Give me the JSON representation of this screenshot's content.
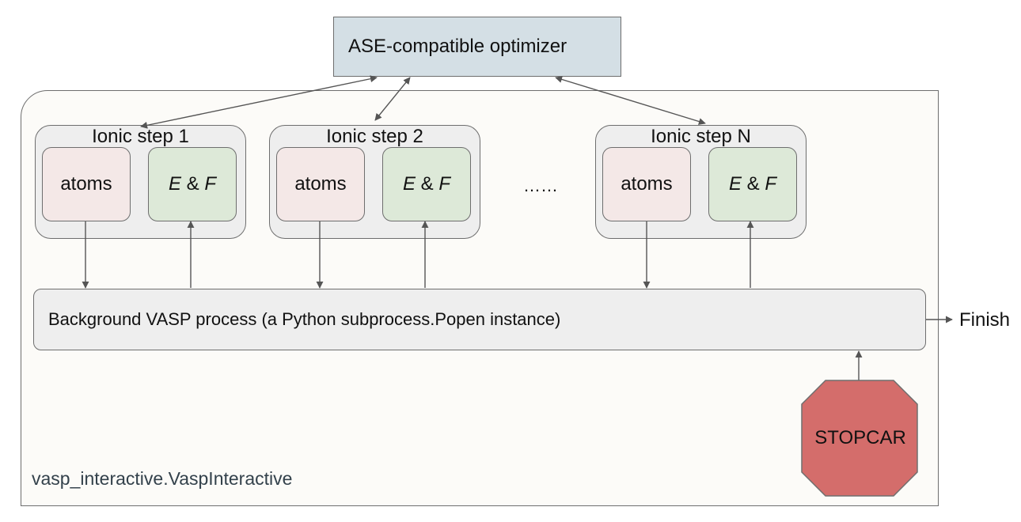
{
  "optimizer": {
    "label": "ASE-compatible optimizer"
  },
  "ionic_steps": [
    {
      "title": "Ionic step 1",
      "atoms_label": "atoms",
      "ef_label": {
        "e": "E",
        "amp": " & ",
        "f": "F"
      }
    },
    {
      "title": "Ionic step 2",
      "atoms_label": "atoms",
      "ef_label": {
        "e": "E",
        "amp": " & ",
        "f": "F"
      }
    },
    {
      "title": "Ionic step N",
      "atoms_label": "atoms",
      "ef_label": {
        "e": "E",
        "amp": " & ",
        "f": "F"
      }
    }
  ],
  "ellipsis": "……",
  "vasp_process": {
    "label": "Background VASP process (a Python subprocess.Popen instance)"
  },
  "finish": {
    "label": "Finish"
  },
  "stopcar": {
    "label": "STOPCAR",
    "color": "#d46d6b"
  },
  "container": {
    "label": "vasp_interactive.VaspInteractive"
  },
  "colors": {
    "optimizer_fill": "#d4dfe5",
    "atoms_fill": "#f4e8e7",
    "ef_fill": "#dde9d8",
    "group_fill": "#eeeeee",
    "container_fill": "#fcfbf8",
    "stroke": "#6e6e6e"
  }
}
